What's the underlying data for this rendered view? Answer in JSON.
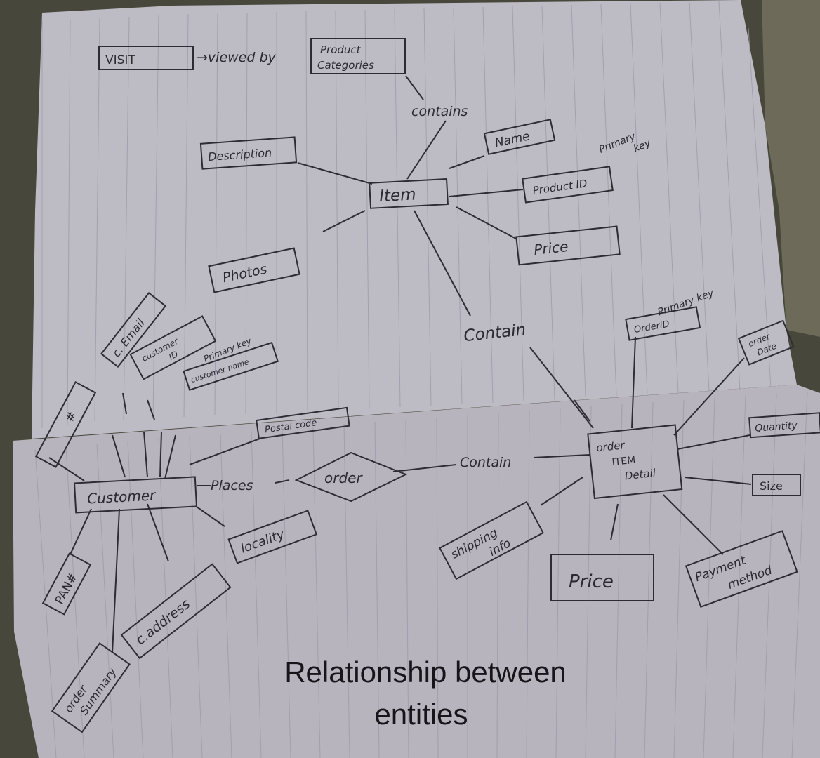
{
  "diagram": {
    "entities": {
      "visit": "VISIT",
      "product_categories": [
        "Product",
        "Categories"
      ],
      "item": "Item",
      "customer": "Customer",
      "order_item_detail": [
        "order",
        "ITEM",
        "Detail"
      ]
    },
    "relationships": {
      "viewed_by": "→viewed by",
      "contains": "contains",
      "contain_item_order": "Contain",
      "places": "Places",
      "order": "order",
      "contain_order_detail": "Contain"
    },
    "item_attributes": {
      "description": "Description",
      "name": "Name",
      "product_id": "Product ID",
      "product_id_note": [
        "Primary",
        "key"
      ],
      "price": "Price",
      "photos": "Photos"
    },
    "customer_attributes": {
      "email": "c. Email",
      "customer_id": [
        "customer",
        "ID"
      ],
      "customer_id_note": "Primary key",
      "customer_name": "customer name",
      "postal_code": "Postal code",
      "locality": "locality",
      "address": "c.address",
      "pan": "PAN#",
      "order_summary": [
        "order",
        "Summary"
      ],
      "phone": "#"
    },
    "order_attributes": {
      "order_id": "OrderID",
      "order_id_note": "Primary key",
      "order_date": [
        "order",
        "Date"
      ],
      "quantity": "Quantity",
      "size": "Size",
      "price": "Price",
      "payment_method": [
        "Payment",
        "method"
      ],
      "shipping_info": [
        "shipping",
        "info"
      ]
    }
  },
  "caption": [
    "Relationship between",
    "entities"
  ]
}
